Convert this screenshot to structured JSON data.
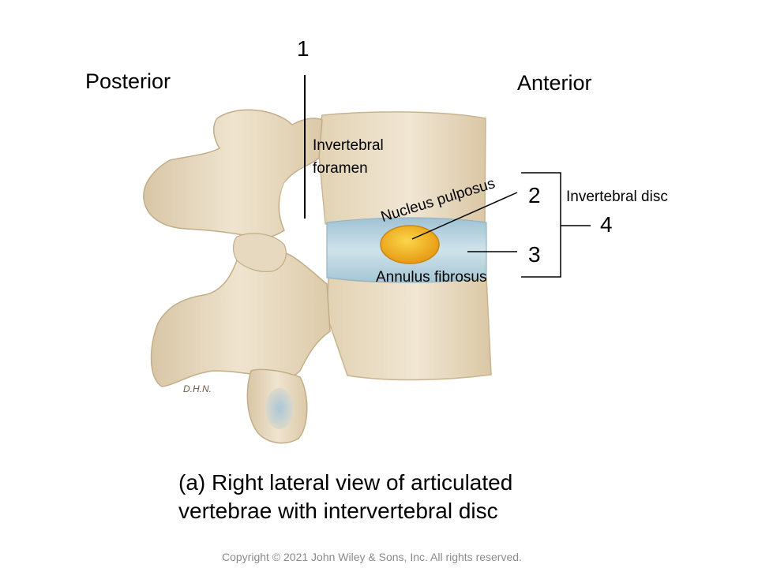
{
  "orientation": {
    "left": "Posterior",
    "right": "Anterior"
  },
  "labels": {
    "foramen_line1": "Invertebral",
    "foramen_line2": "foramen",
    "nucleus": "Nucleus pulposus",
    "annulus": "Annulus fibrosus",
    "disc": "Invertebral disc"
  },
  "numbers": {
    "n1": "1",
    "n2": "2",
    "n3": "3",
    "n4": "4"
  },
  "signature": "D.H.N.",
  "caption": {
    "line1": "(a)  Right lateral view of articulated",
    "line2": "vertebrae with intervertebral disc"
  },
  "copyright": "Copyright © 2021 John Wiley & Sons, Inc. All rights reserved.",
  "colors": {
    "bone": "#e9dcc3",
    "bone_shadow": "#c9b596",
    "disc": "#b5d1de",
    "nucleus": "#f2b01c"
  }
}
